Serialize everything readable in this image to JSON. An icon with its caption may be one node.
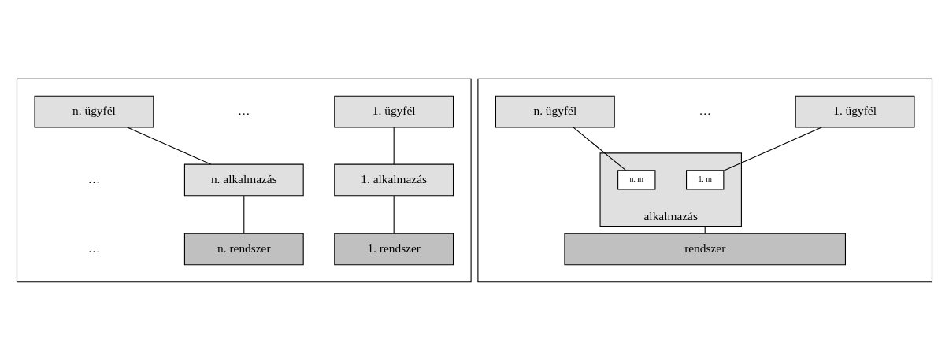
{
  "diagram": {
    "nodes": [
      {
        "text": [],
        "shape": "box"
      },
      {
        "text": [
          "1. ügyfél"
        ],
        "in": 0
      },
      {
        "text": [
          "n. ügyfél"
        ],
        "in": 0
      },
      {
        "text": [
          "1. alkalmazás"
        ],
        "in": 0
      },
      {
        "text": [
          "n. alkalmazás"
        ],
        "in": 0
      },
      {
        "text": [
          "1. rendszer"
        ],
        "in": 0
      },
      {
        "text": [
          "n. rendszer"
        ],
        "in": 0
      },
      {
        "text": [],
        "shape": "box"
      },
      {
        "text": [
          "1. ügyfél"
        ],
        "in": 7
      },
      {
        "text": [
          "n. ügyfél"
        ],
        "in": 7
      },
      {
        "text": [
          "alkalmazás"
        ],
        "in": 7
      },
      {
        "text": [
          "1. m"
        ],
        "in": 10
      },
      {
        "text": [
          "n. m"
        ],
        "in": 10
      },
      {
        "text": [
          "rendszer"
        ],
        "in": 7
      }
    ],
    "edges": [
      {
        "from": 1,
        "to": 3,
        "arrow": "none"
      },
      {
        "from": 3,
        "to": 5,
        "arrow": "none"
      },
      {
        "from": 2,
        "to": 4,
        "arrow": "none"
      },
      {
        "from": 4,
        "to": 6,
        "arrow": "none"
      },
      {
        "from": 8,
        "to": 11,
        "arrow": "none"
      },
      {
        "from": 9,
        "to": 12,
        "arrow": "none"
      },
      {
        "from": 10,
        "to": 13,
        "arrow": "none"
      }
    ],
    "labels": [
      "…",
      "…",
      "…",
      "…"
    ]
  }
}
